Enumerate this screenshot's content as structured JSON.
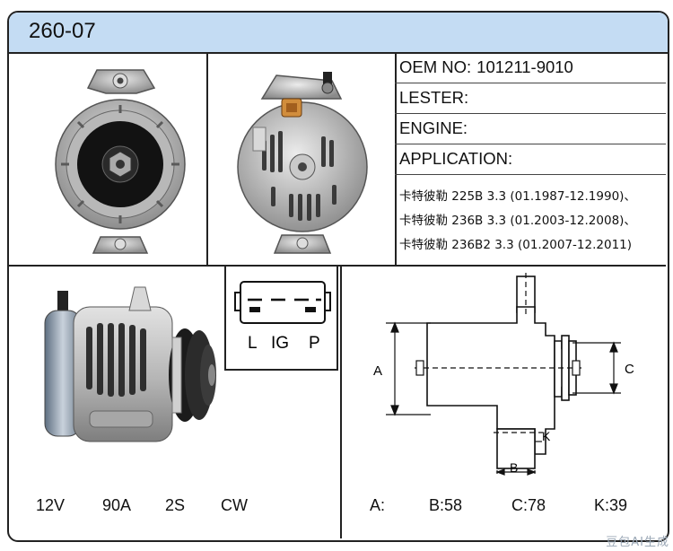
{
  "title": "260-07",
  "spec": {
    "oem_label": "OEM NO:",
    "oem_value": "101211-9010",
    "lester_label": "LESTER:",
    "engine_label": "ENGINE:",
    "application_label": "APPLICATION:"
  },
  "applications": [
    "卡特彼勒 225B 3.3 (01.1987-12.1990)、",
    "卡特彼勒 236B 3.3 (01.2003-12.2008)、",
    "卡特彼勒 236B2 3.3 (01.2007-12.2011)"
  ],
  "connector": {
    "pins": [
      "L",
      "IG",
      "P"
    ]
  },
  "electrical": {
    "voltage": "12V",
    "amperage": "90A",
    "pulley": "2S",
    "rotation": "CW"
  },
  "diagram": {
    "label_a": "A",
    "label_b": "B",
    "label_c": "C",
    "label_k": "K"
  },
  "dimensions": {
    "a": "A:",
    "b": "B:58",
    "c": "C:78",
    "k": "K:39"
  },
  "watermark": "豆包AI生成"
}
